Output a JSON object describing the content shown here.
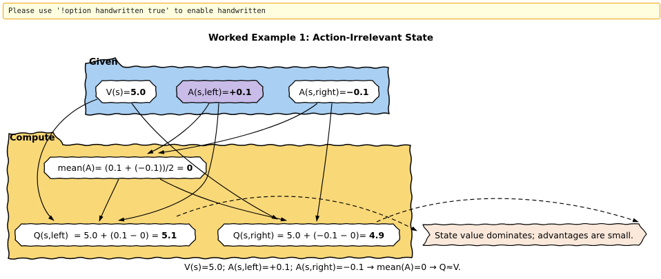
{
  "banner": {
    "text": "Please use '!option handwritten true' to enable handwritten"
  },
  "title": "Worked Example 1: Action-Irrelevant State",
  "clusters": {
    "given": {
      "label": "Given"
    },
    "compute": {
      "label": "Compute"
    }
  },
  "nodes": {
    "v": {
      "prefix": "V(s)=",
      "value": "5.0"
    },
    "a_left": {
      "prefix": "A(s,left)=",
      "value": "+0.1"
    },
    "a_right": {
      "prefix": "A(s,right)=",
      "value": "−0.1"
    },
    "mean": {
      "prefix": "mean(A)= (0.1 + (−0.1))/2 = ",
      "value": "0"
    },
    "q_left": {
      "prefix": "Q(s,left)  = 5.0 + (0.1 − 0) = ",
      "value": "5.1"
    },
    "q_right": {
      "prefix": "Q(s,right) = 5.0 + (−0.1 − 0)= ",
      "value": "4.9"
    }
  },
  "note": {
    "text": "State value dominates; advantages are small."
  },
  "caption": "V(s)=5.0; A(s,left)=+0.1; A(s,right)=−0.1 → mean(A)=0 → Q≈V.",
  "colors": {
    "banner_bg": "#FFFFE0",
    "banner_border": "#F0A30A",
    "given_fill": "#A9CFF2",
    "compute_fill": "#F9D878",
    "a_left_fill": "#C9BCE8",
    "note_fill": "#FAE8DB",
    "node_fill": "#FFFFFF",
    "stroke": "#000000"
  }
}
